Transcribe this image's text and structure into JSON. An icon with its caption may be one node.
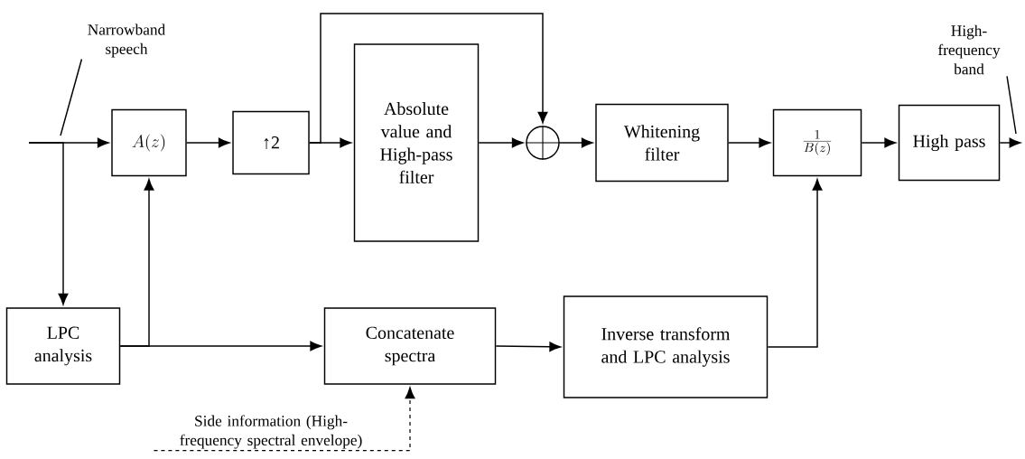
{
  "diagram": {
    "nodes": [
      {
        "text": [
          "A(z)"
        ]
      },
      {
        "text": [
          "↑2"
        ]
      },
      {
        "text": [
          "Absolute value and High-pass filter"
        ]
      },
      {
        "text": [],
        "shape": "circle"
      },
      {
        "text": [
          "Whitening filter"
        ]
      },
      {
        "text": [
          "\\frac{1}{B(z)}"
        ]
      },
      {
        "text": [
          "High pass"
        ]
      },
      {
        "text": [
          "LPC analysis"
        ]
      },
      {
        "text": [
          "Concatenate spectra"
        ]
      },
      {
        "text": [
          "Inverse transform and LPC analysis"
        ]
      },
      {
        "text": [
          "Side information (High-frequency spectral envelope)"
        ]
      },
      {
        "text": [
          "Narrowband speech"
        ]
      },
      {
        "text": [
          "High-frequency band"
        ]
      }
    ],
    "edges": [
      {
        "from": null,
        "to": 0,
        "arrow": "to"
      },
      {
        "from": null,
        "to": 7,
        "arrow": "to"
      },
      {
        "from": 0,
        "to": 1,
        "arrow": "to"
      },
      {
        "from": 1,
        "to": 2,
        "arrow": "to"
      },
      {
        "from": 1,
        "to": 3,
        "arrow": "to"
      },
      {
        "from": 2,
        "to": 3,
        "arrow": "to"
      },
      {
        "from": 3,
        "to": 4,
        "arrow": "to"
      },
      {
        "from": 4,
        "to": 5,
        "arrow": "to"
      },
      {
        "from": 5,
        "to": 6,
        "arrow": "to"
      },
      {
        "from": 6,
        "to": null,
        "arrow": "to"
      },
      {
        "from": 7,
        "to": 0,
        "arrow": "to"
      },
      {
        "from": 7,
        "to": 8,
        "arrow": "to"
      },
      {
        "from": 8,
        "to": 9,
        "arrow": "to"
      },
      {
        "from": 9,
        "to": 5,
        "arrow": "to"
      },
      {
        "from": 10,
        "to": 8,
        "arrow": "to",
        "style": "dashed"
      },
      {
        "from": 11,
        "to": null,
        "arrow": "none"
      },
      {
        "from": 12,
        "to": null,
        "arrow": "none"
      }
    ]
  }
}
